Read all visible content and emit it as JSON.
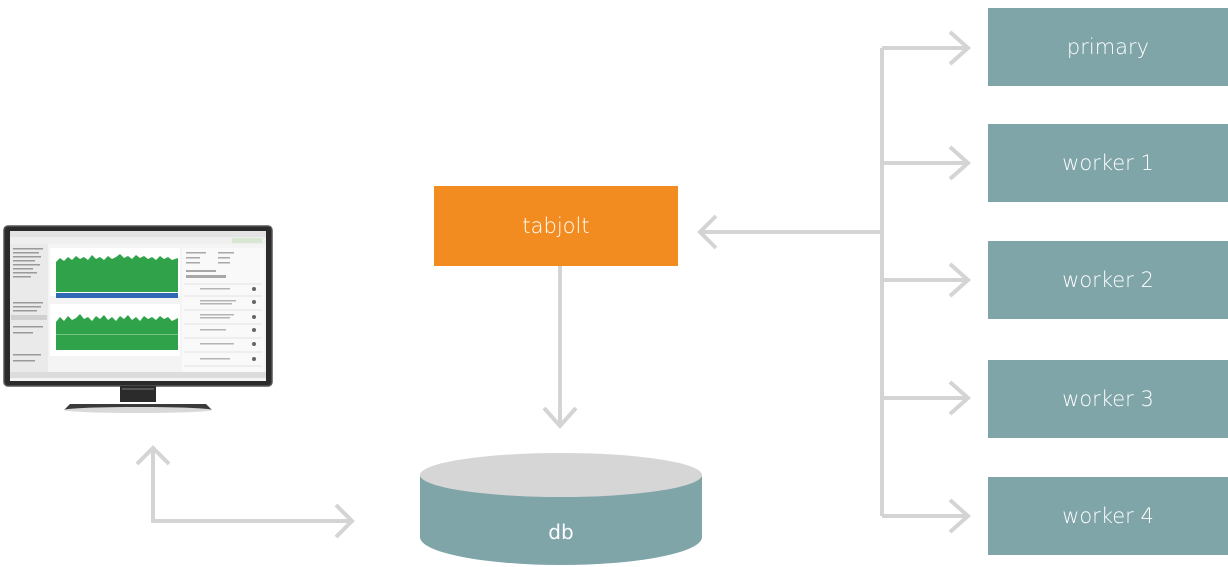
{
  "nodes": {
    "tabjolt": "tabjolt",
    "db": "db",
    "workers": [
      "primary",
      "worker 1",
      "worker 2",
      "worker 3",
      "worker 4"
    ]
  },
  "colors": {
    "tabjolt": "#f28c20",
    "workers": "#7fa5a9",
    "db_side": "#7fa5a9",
    "db_top": "#d6d6d6",
    "connector": "#d4d4d4"
  },
  "icons": {
    "client": "desktop-monitor-icon"
  }
}
